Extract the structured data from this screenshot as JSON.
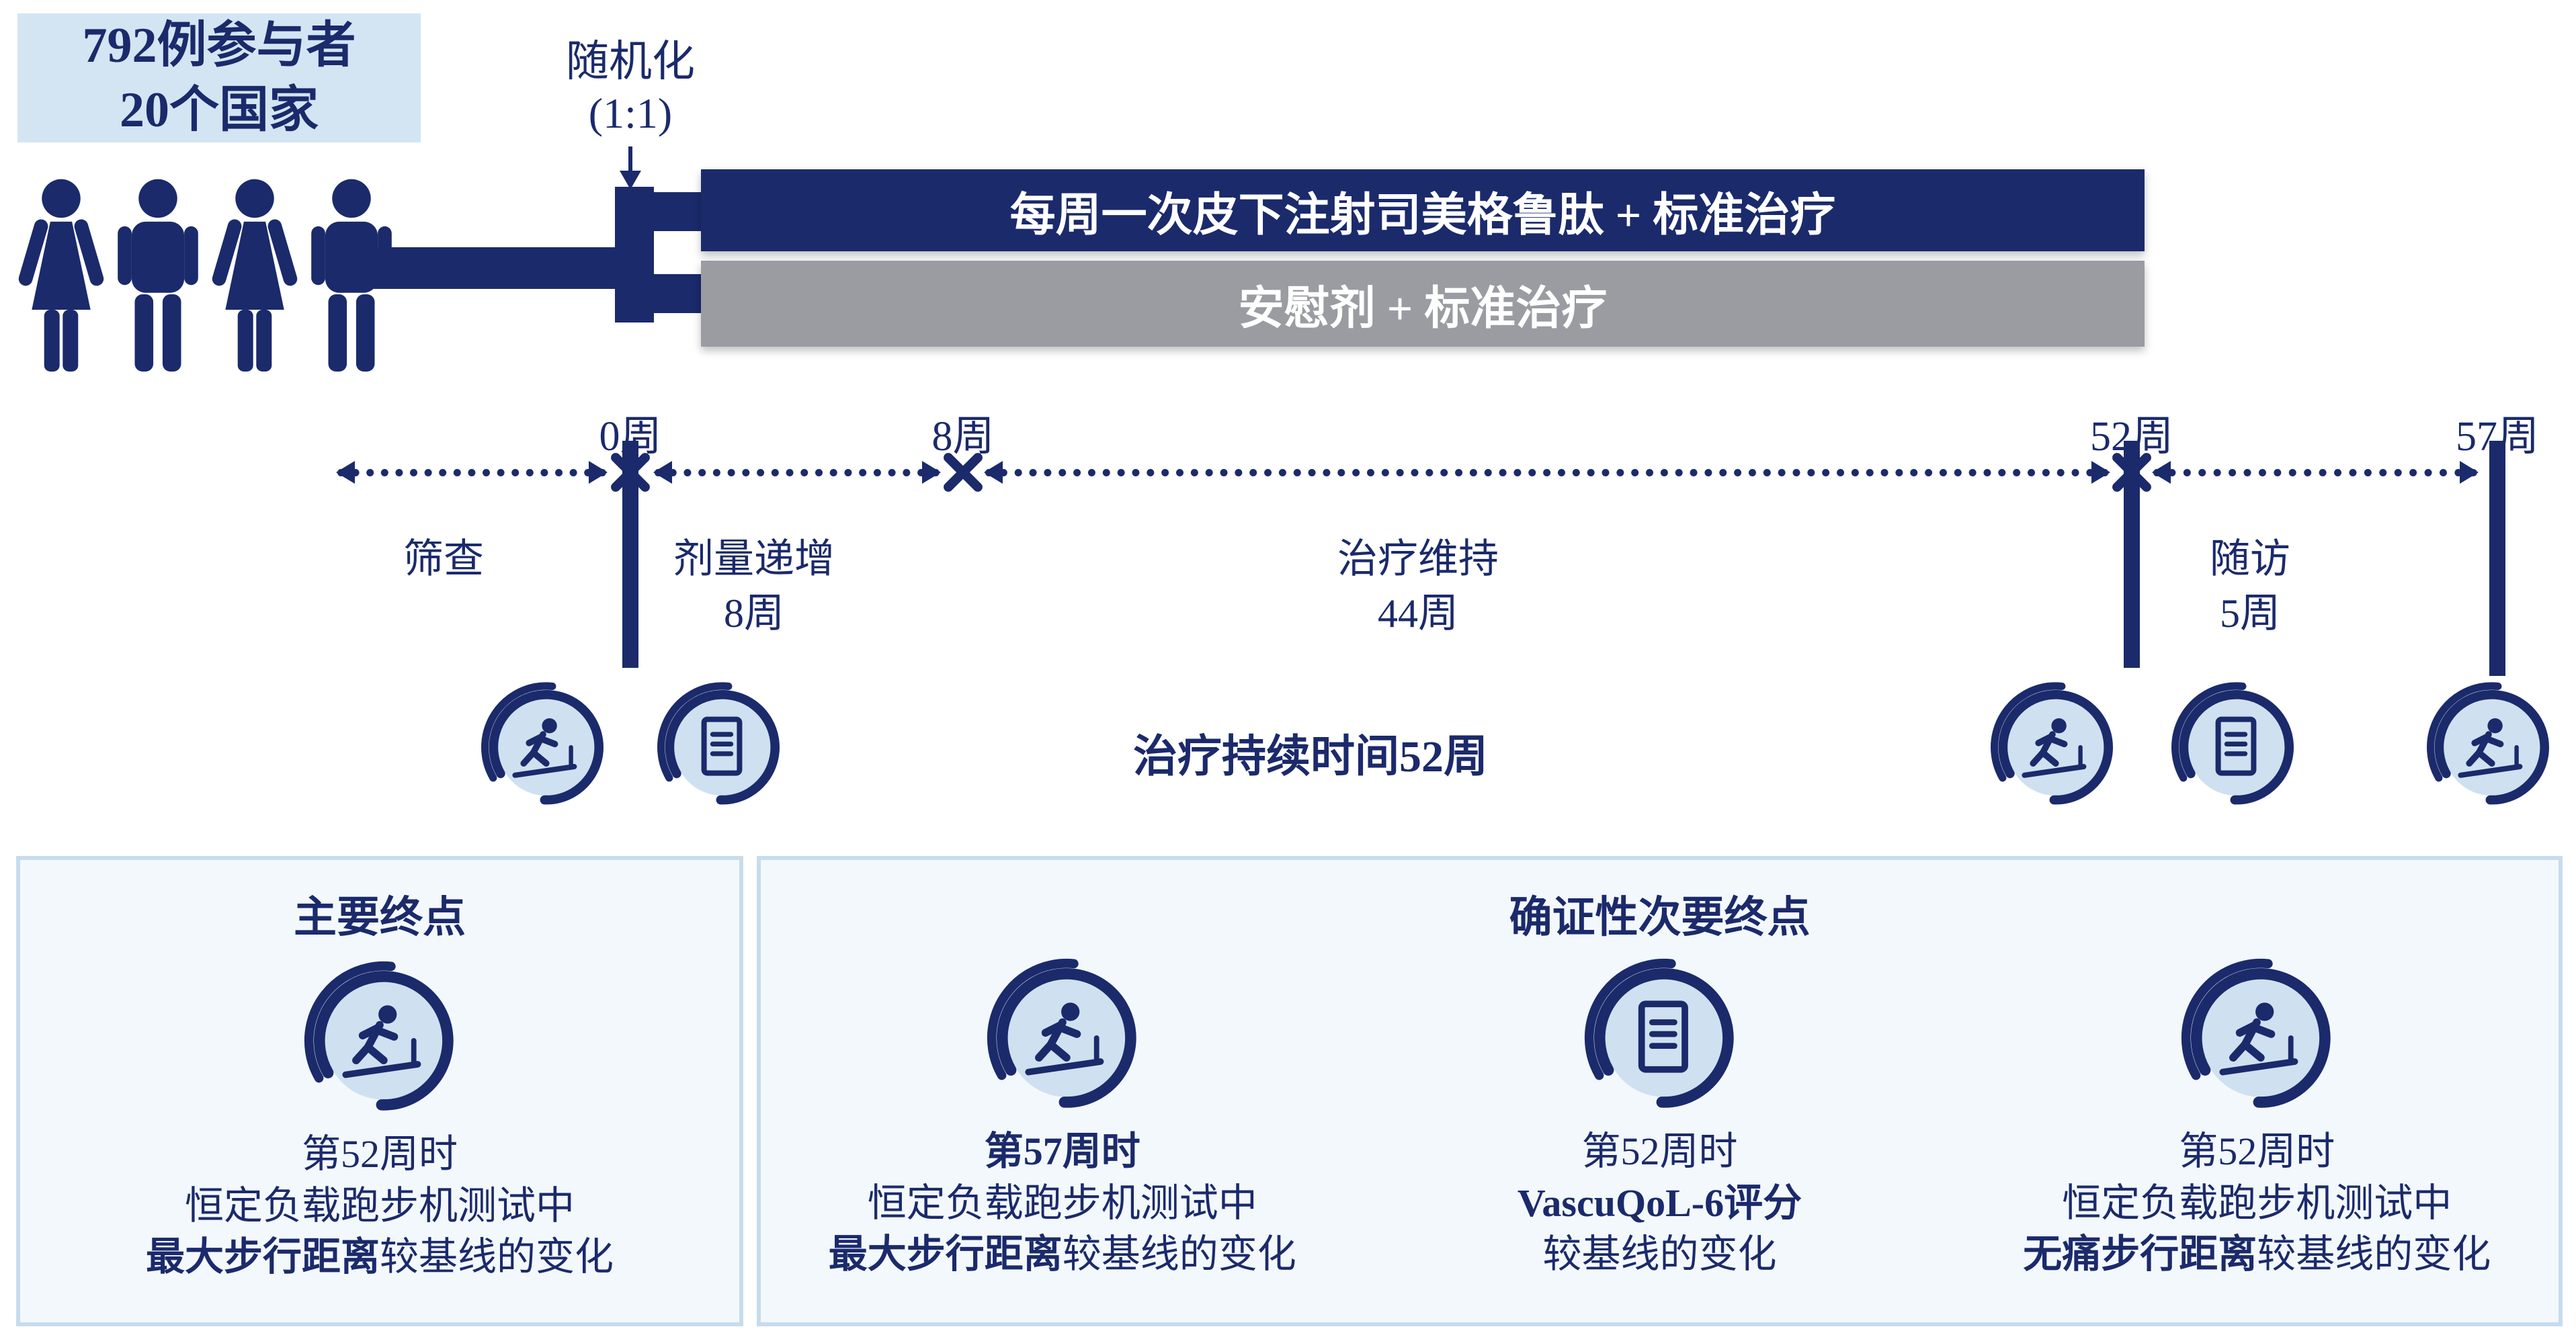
{
  "colors": {
    "navy": "#1b2a6b",
    "bar_gray": "#9b9ca1",
    "light_blue": "#d3e5f3",
    "panel_bg": "#f3f8fc",
    "panel_border": "#c6dcee",
    "badge_fill": "#cfe1f0"
  },
  "population": {
    "line1": "792例参与者",
    "line2": "20个国家",
    "icons": [
      "woman-icon",
      "man-icon",
      "woman-icon",
      "man-icon"
    ]
  },
  "randomization": {
    "label": "随机化",
    "ratio": "(1:1)",
    "icon": "down-arrow-icon"
  },
  "arms": {
    "treatment": "每周一次皮下注射司美格鲁肽 + 标准治疗",
    "control": "安慰剂 + 标准治疗"
  },
  "timeline": {
    "week_labels": [
      "0周",
      "8周",
      "52周",
      "57周"
    ],
    "phases": [
      {
        "name": "筛查",
        "duration": ""
      },
      {
        "name": "剂量递增",
        "duration": "8周"
      },
      {
        "name": "治疗维持",
        "duration": "44周"
      },
      {
        "name": "随访",
        "duration": "5周"
      }
    ],
    "duration_note": "治疗持续时间52周",
    "icons": [
      "treadmill-icon",
      "document-icon",
      "treadmill-icon",
      "document-icon",
      "treadmill-icon"
    ]
  },
  "endpoints": {
    "primary": {
      "title": "主要终点",
      "icon": "treadmill-icon",
      "line1": "第52周时",
      "line2": "恒定负载跑步机测试中",
      "line3_bold": "最大步行距离",
      "line3_rest": "较基线的变化"
    },
    "secondary": {
      "title": "确证性次要终点",
      "items": [
        {
          "icon": "treadmill-icon",
          "line1_bold": "第57周时",
          "line2": "恒定负载跑步机测试中",
          "line3_bold": "最大步行距离",
          "line3_rest": "较基线的变化"
        },
        {
          "icon": "document-icon",
          "line1": "第52周时",
          "line2_bold": "VascuQoL-6评分",
          "line3": "较基线的变化"
        },
        {
          "icon": "treadmill-icon",
          "line1": "第52周时",
          "line2": "恒定负载跑步机测试中",
          "line3_bold": "无痛步行距离",
          "line3_rest": "较基线的变化"
        }
      ]
    }
  }
}
